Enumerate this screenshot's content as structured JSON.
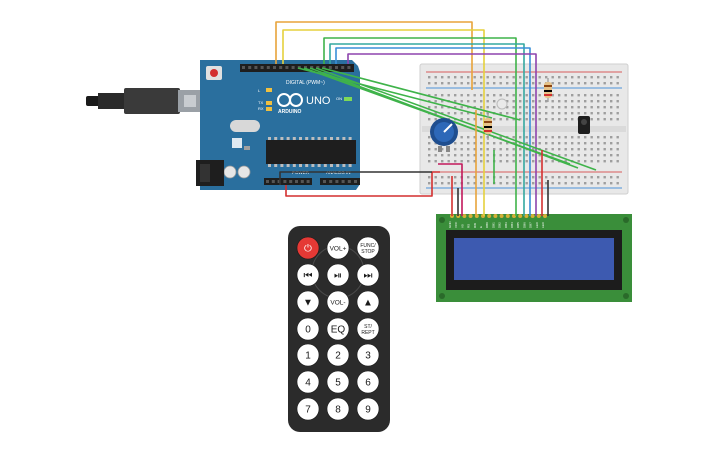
{
  "arduino": {
    "brand": "ARDUINO",
    "model": "UNO",
    "digital_label": "DIGITAL (PWM~)",
    "power_label": "POWER",
    "analog_label": "ANALOG IN",
    "on_label": "ON",
    "tx_label": "TX",
    "rx_label": "RX",
    "l_label": "L"
  },
  "remote": {
    "buttons": [
      [
        "⏻",
        "VOL+",
        "FUNC/\nSTOP"
      ],
      [
        "⏮",
        "⏯",
        "⏭"
      ],
      [
        "▼",
        "VOL-",
        "▲"
      ],
      [
        "0",
        "EQ",
        "ST/\nREPT"
      ],
      [
        "1",
        "2",
        "3"
      ],
      [
        "4",
        "5",
        "6"
      ],
      [
        "7",
        "8",
        "9"
      ]
    ]
  },
  "lcd": {
    "pin_labels": [
      "GND",
      "VCC",
      "V0",
      "RS",
      "RW",
      "E",
      "DB0",
      "DB1",
      "DB2",
      "DB3",
      "DB4",
      "DB5",
      "DB6",
      "DB7",
      "LED",
      "LED"
    ]
  },
  "colors": {
    "board": "#2a6f9e",
    "lcd_screen": "#3d5ab0",
    "lcd_pcb": "#3a8e3a",
    "remote_body": "#2b2b2b",
    "power_button": "#e53935",
    "wire_orange": "#e8a33a",
    "wire_yellow": "#e5d13d",
    "wire_green": "#3fb34a",
    "wire_teal": "#34a8a0",
    "wire_blue": "#3a8fd8",
    "wire_purple": "#8e44ad",
    "wire_red": "#d32f2f",
    "wire_black": "#333333"
  }
}
